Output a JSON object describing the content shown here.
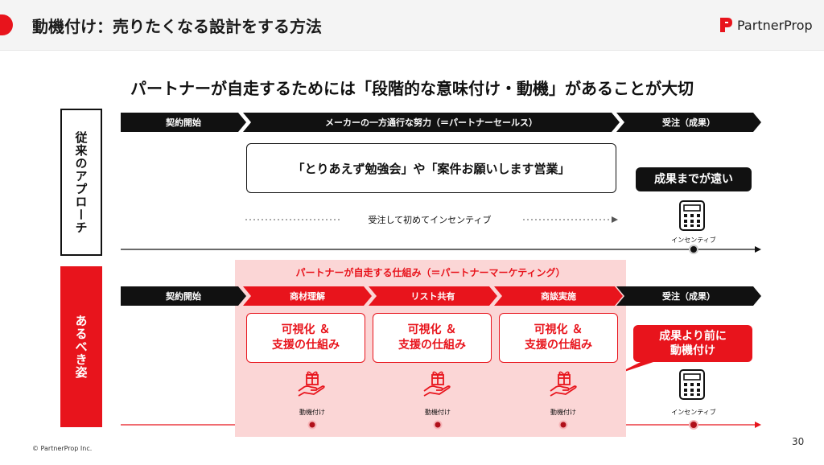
{
  "header": {
    "title": "動機付け：売りたくなる設計をする方法",
    "logo_text": "PartnerProp"
  },
  "subtitle": "パートナーが自走するためには「段階的な意味付け・動機」があることが大切",
  "conventional": {
    "side_label": "従来のアプローチ",
    "chevrons": [
      "契約開始",
      "メーカーの一方通行な努力（＝パートナーセールス）",
      "受注（成果）"
    ],
    "quote": "「とりあえず勉強会」や「案件お願いします営業」",
    "dotline_text": "受注して初めてインセンティブ",
    "callout": "成果までが遠い",
    "incentive_label": "インセンティブ"
  },
  "ideal": {
    "side_label": "あるべき姿",
    "panel_title": "パートナーが自走する仕組み（＝パートナーマーケティング）",
    "chevrons": [
      "契約開始",
      "商材理解",
      "リスト共有",
      "商談実施",
      "受注（成果）"
    ],
    "mechanism_boxes": [
      {
        "line1": "可視化 ＆",
        "line2": "支援の仕組み"
      },
      {
        "line1": "可視化 ＆",
        "line2": "支援の仕組み"
      },
      {
        "line1": "可視化 ＆",
        "line2": "支援の仕組み"
      }
    ],
    "gift_labels": [
      "動機付け",
      "動機付け",
      "動機付け"
    ],
    "callout_line1": "成果より前に",
    "callout_line2": "動機付け",
    "incentive_label": "インセンティブ"
  },
  "colors": {
    "accent": "#e8141c",
    "dark": "#111111",
    "panel": "#fbd6d6"
  },
  "footer": {
    "copyright": "© PartnerProp Inc.",
    "page_number": "30"
  }
}
